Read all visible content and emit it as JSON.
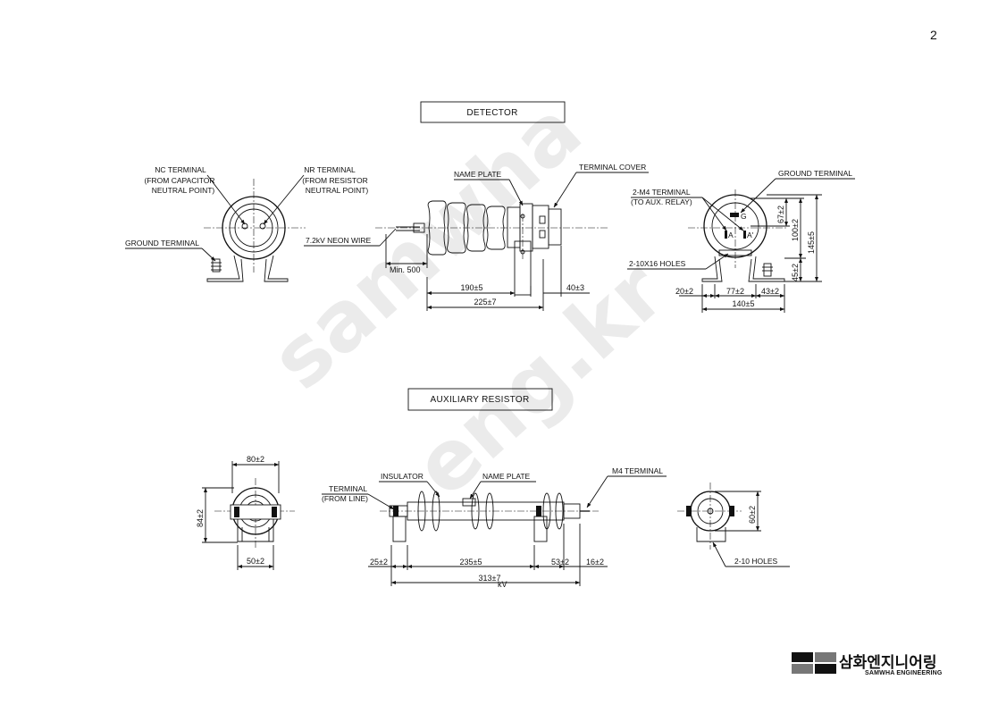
{
  "page_number": "2",
  "watermark": "samwha eng.kr",
  "watermark_line1": "samwha",
  "watermark_line2": "eng.kr",
  "detector": {
    "title": "DETECTOR",
    "labels": {
      "nc_terminal_1": "NC TERMINAL",
      "nc_terminal_2": "(FROM CAPACITOR",
      "nc_terminal_3": "NEUTRAL POINT)",
      "nr_terminal_1": "NR TERMINAL",
      "nr_terminal_2": "(FROM RESISTOR",
      "nr_terminal_3": "NEUTRAL POINT)",
      "ground_terminal_left": "GROUND TERMINAL",
      "name_plate": "NAME PLATE",
      "terminal_cover": "TERMINAL COVER",
      "neon_wire": "7.2kV NEON WIRE",
      "min_500": "Min. 500",
      "ground_terminal_right": "GROUND TERMINAL",
      "m4_terminal_1": "2-M4 TERMINAL",
      "m4_terminal_2": "(TO AUX. RELAY)",
      "holes": "2-10X16 HOLES",
      "g": "G",
      "a1": "A",
      "a2": "A'"
    },
    "dims": {
      "d190": "190±5",
      "d40": "40±3",
      "d225": "225±7",
      "d20": "20±2",
      "d77": "77±2",
      "d43": "43±2",
      "d140": "140±5",
      "d67": "67±2",
      "d100": "100±2",
      "d145": "145±5",
      "d45": "45±2"
    }
  },
  "aux": {
    "title": "AUXILIARY RESISTOR",
    "labels": {
      "insulator": "INSULATOR",
      "name_plate": "NAME PLATE",
      "terminal_1": "TERMINAL",
      "terminal_2": "(FROM LINE)",
      "m4_terminal": "M4 TERMINAL",
      "holes": "2-10 HOLES"
    },
    "dims": {
      "d80": "80±2",
      "d84": "84±2",
      "d50": "50±2",
      "d25": "25±2",
      "d235": "235±5",
      "d53": "53±2",
      "d16": "16±2",
      "d313": "313±7",
      "d60": "60±2",
      "kv": "kV"
    }
  },
  "logo": {
    "korean": "삼화엔지니어링",
    "english": "SAMWHA ENGINEERING"
  }
}
